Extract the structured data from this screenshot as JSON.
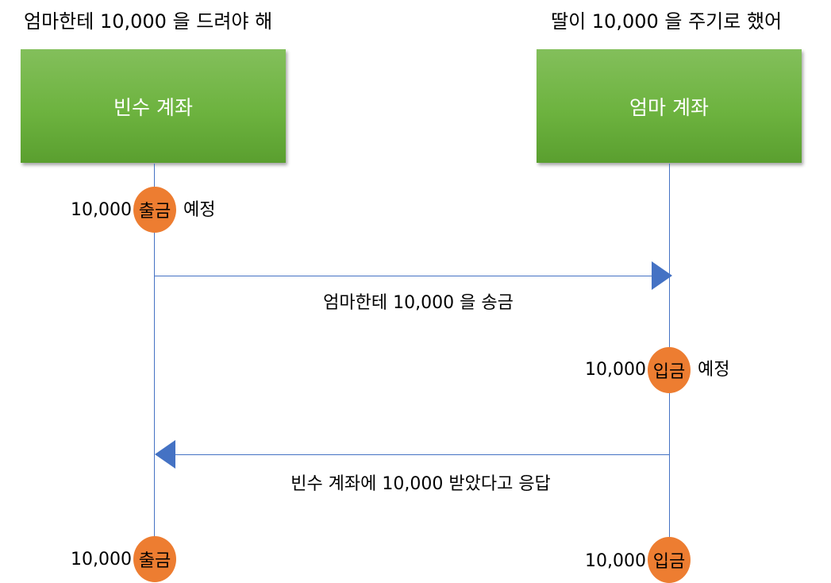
{
  "captions": {
    "left": "엄마한테 10,000 을 드려야 해",
    "right": "딸이 10,000 을 주기로 했어"
  },
  "accounts": {
    "left": "빈수 계좌",
    "right": "엄마 계좌"
  },
  "messages": {
    "send": "엄마한테 10,000 을 송금",
    "reply": "빈수 계좌에 10,000 받았다고 응답"
  },
  "events": {
    "left_top": {
      "amount": "10,000",
      "badge": "출금",
      "note": "예정"
    },
    "right_mid": {
      "amount": "10,000",
      "badge": "입금",
      "note": "예정"
    },
    "left_bottom": {
      "amount": "10,000",
      "badge": "출금"
    },
    "right_bottom": {
      "amount": "10,000",
      "badge": "입금"
    }
  },
  "colors": {
    "account_fill": "#6db33f",
    "line": "#4472c4",
    "badge_fill": "#ed7d31"
  }
}
